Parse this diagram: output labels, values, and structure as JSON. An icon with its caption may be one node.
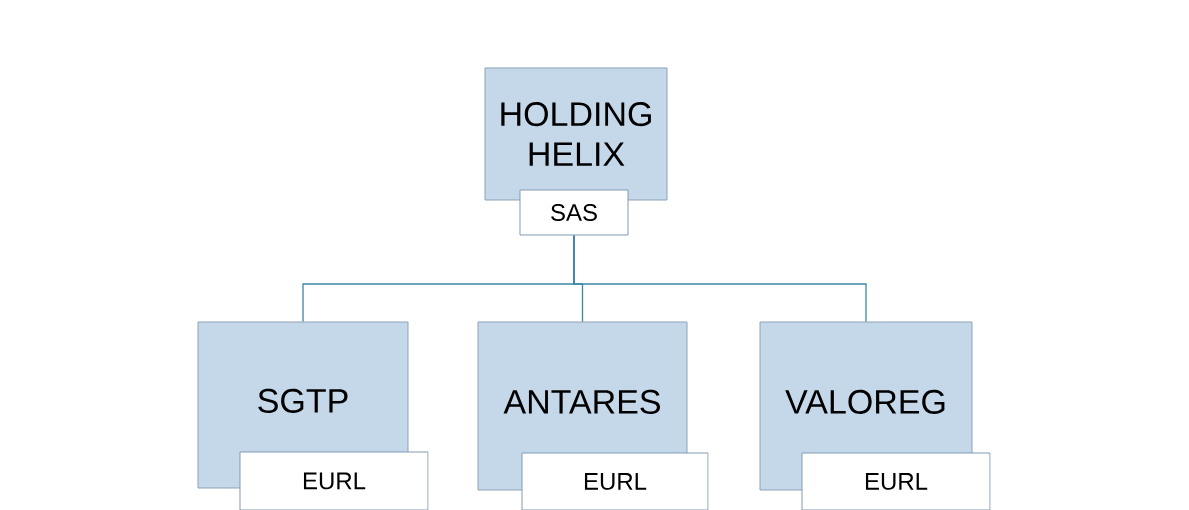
{
  "diagram": {
    "nodes": [
      {
        "text": [
          "HOLDING HELIX"
        ]
      },
      {
        "text": [
          "SAS"
        ]
      },
      {
        "text": [
          "SGTP"
        ]
      },
      {
        "text": [
          "EURL"
        ]
      },
      {
        "text": [
          "ANTARES"
        ]
      },
      {
        "text": [
          "EURL"
        ]
      },
      {
        "text": [
          "VALOREG"
        ]
      },
      {
        "text": [
          "EURL"
        ]
      }
    ],
    "edges": [
      {
        "from": 1,
        "to": 2,
        "arrow": "none"
      },
      {
        "from": 1,
        "to": 4,
        "arrow": "none"
      },
      {
        "from": 1,
        "to": 6,
        "arrow": "none"
      }
    ]
  }
}
